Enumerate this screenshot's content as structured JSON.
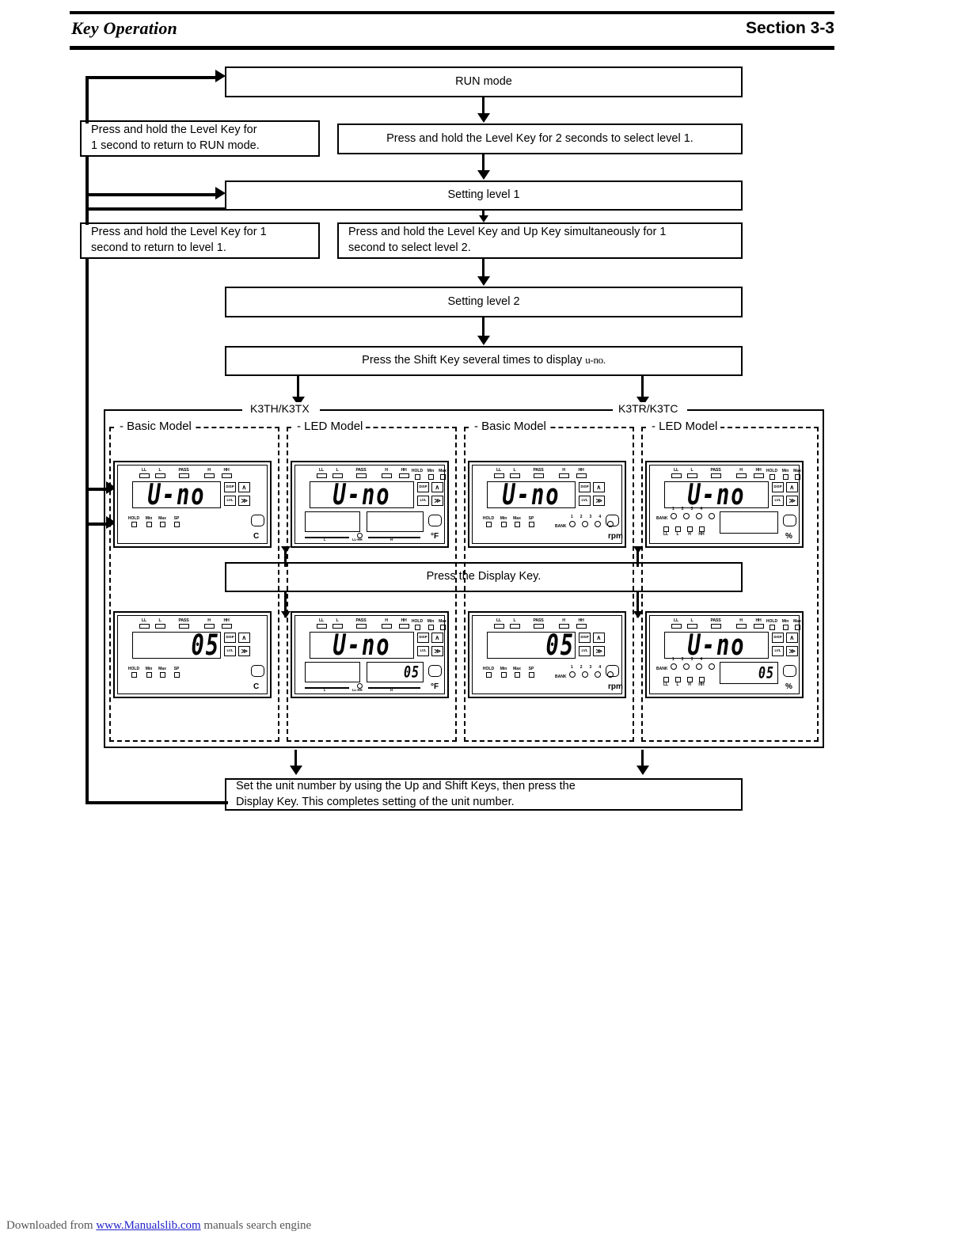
{
  "header": {
    "title": "Key Operation",
    "section": "Section 3-3"
  },
  "flow": {
    "run_mode": "RUN mode",
    "return_run": "Press and hold the Level Key for\n1 second to return to RUN mode.",
    "return_run_l1": "Press and hold the Level Key for",
    "return_run_l2": "1 second to return to RUN mode.",
    "select_level1": "Press and hold the Level Key for 2 seconds to select level 1.",
    "setting_level1": "Setting level 1",
    "return_level1_l1": "Press and hold the Level Key for 1",
    "return_level1_l2": "second to return to level 1.",
    "select_level2_l1": "Press and hold the Level Key and Up Key simultaneously for 1",
    "select_level2_l2": "second to select level 2.",
    "setting_level2": "Setting level 2",
    "shift_key_pre": "Press the Shift Key several times to display ",
    "shift_key_code": "u-no.",
    "display_key": "Press the Display Key.",
    "final_l1": "Set the unit number by using the Up and Shift Keys, then press the",
    "final_l2": "Display Key. This completes setting of the unit number."
  },
  "models": {
    "group_left": "K3TH/K3TX",
    "group_right": "K3TR/K3TC",
    "col_labels": [
      "- Basic Model",
      "- LED Model",
      "- Basic Model",
      "- LED Model"
    ],
    "top_indicators": [
      "LL",
      "L",
      "PASS",
      "H",
      "HH"
    ],
    "status_indicators": [
      "HOLD",
      "Min",
      "Max",
      "SP"
    ],
    "hold_indicators": [
      "HOLD",
      "Min",
      "Max"
    ],
    "limit_indicators": [
      "LL",
      "L",
      "H",
      "HH"
    ],
    "bank_label": "BANK",
    "bank_numbers": [
      "1",
      "2",
      "3",
      "4"
    ],
    "scale_labels": {
      "low": "L",
      "mid": "LL-HH",
      "high": "H"
    },
    "buttons": {
      "display": "DISP",
      "up": "∧",
      "level": "LVL",
      "shift": "≫"
    },
    "units": {
      "c": "C",
      "f": "°F",
      "rpm": "rpm",
      "pct": "%"
    },
    "row1": [
      {
        "name": "k3th-basic",
        "main": "U-no",
        "sub": "",
        "unit": "C",
        "variant": "basic",
        "bank": false
      },
      {
        "name": "k3tx-led",
        "main": "U-no",
        "sub": "",
        "unit": "°F",
        "variant": "led-bar",
        "bank": false
      },
      {
        "name": "k3tr-basic",
        "main": "U-no",
        "sub": "",
        "unit": "rpm",
        "variant": "basic",
        "bank": true
      },
      {
        "name": "k3tc-led",
        "main": "U-no",
        "sub": "",
        "unit": "%",
        "variant": "led-bank",
        "bank": true
      }
    ],
    "row2": [
      {
        "name": "k3th-basic-2",
        "main": "05",
        "sub": "",
        "unit": "C",
        "variant": "basic",
        "bank": false
      },
      {
        "name": "k3tx-led-2",
        "main": "U-no",
        "sub": "05",
        "unit": "°F",
        "variant": "led-bar",
        "bank": false
      },
      {
        "name": "k3tr-basic-2",
        "main": "05",
        "sub": "",
        "unit": "rpm",
        "variant": "basic",
        "bank": true
      },
      {
        "name": "k3tc-led-2",
        "main": "U-no",
        "sub": "05",
        "unit": "%",
        "variant": "led-bank",
        "bank": true
      }
    ]
  },
  "footer": {
    "prefix": "Downloaded from ",
    "link": "www.Manualslib.com",
    "suffix": " manuals search engine"
  },
  "colors": {
    "ink": "#000000",
    "link": "#2222cc",
    "footer_text": "#555555"
  }
}
